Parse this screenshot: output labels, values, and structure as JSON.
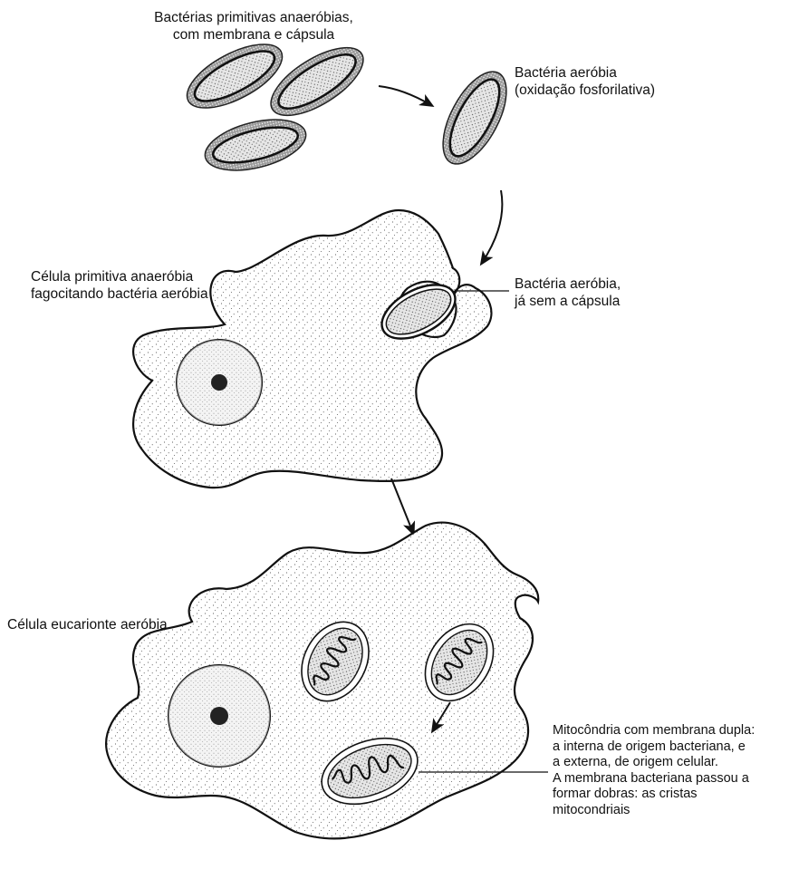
{
  "labels": {
    "bacterias_primitivas": [
      "Bactérias primitivas anaeróbias,",
      "com membrana e cápsula"
    ],
    "bacteria_aerobia": [
      "Bactéria aeróbia",
      "(oxidação fosforilativa)"
    ],
    "celula_primitiva": [
      "Célula primitiva anaeróbia",
      "fagocitando bactéria aeróbia"
    ],
    "bacteria_sem_capsula": [
      "Bactéria aeróbia,",
      "já sem a cápsula"
    ],
    "celula_eucarionte": [
      "Célula eucarionte aeróbia"
    ],
    "mitocondria": [
      "Mitocôndria com membrana dupla:",
      "a interna de origem bacteriana, e",
      "a externa, de origem celular.",
      "A membrana bacteriana passou a",
      "formar dobras: as cristas",
      "mitocondriais"
    ]
  }
}
